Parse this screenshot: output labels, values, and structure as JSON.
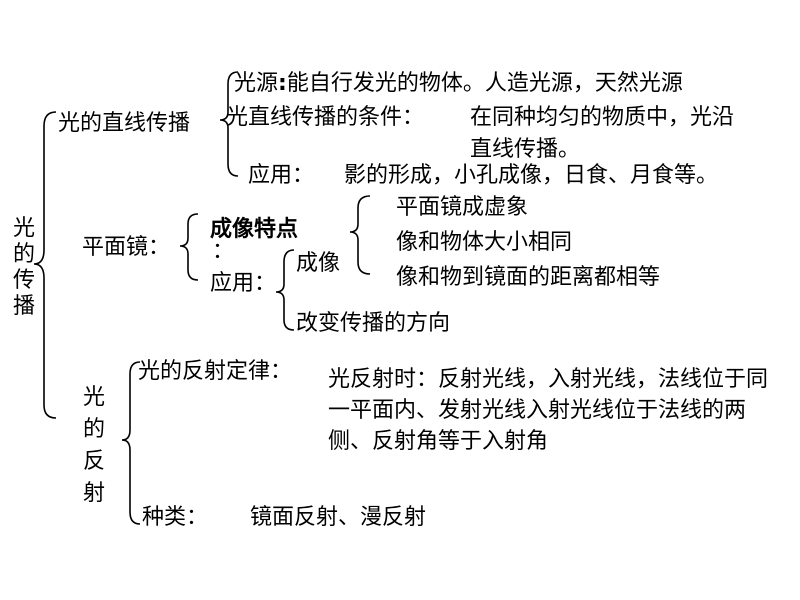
{
  "root": {
    "label": "光的传播"
  },
  "straight": {
    "label": "光的直线传播",
    "source_label": "光源",
    "source_text": "能自行发光的物体。人造光源，天然光源",
    "condition_label": "光直线传播的条件：",
    "condition_text_1": "在同种均匀的物质中，光沿",
    "condition_text_2": "直线传播。",
    "application_label": "应用：",
    "application_text": "影的形成，小孔成像，日食、月食等。"
  },
  "mirror": {
    "label": "平面镜：",
    "imaging_label": "成像特点",
    "imaging_colon": "：",
    "imaging_items": [
      "平面镜成虚象",
      "像和物体大小相同",
      "像和物到镜面的距离都相等"
    ],
    "application_label": "应用：",
    "application_items": [
      "成像",
      "改变传播的方向"
    ]
  },
  "reflection": {
    "label": "光的反射",
    "law_label": "光的反射定律：",
    "law_text": "光反射时：反射光线，入射光线，法线位于同一平面内、发射光线入射光线位于法线的两侧、反射角等于入射角",
    "types_label": "种类：",
    "types_text": "镜面反射、漫反射"
  }
}
